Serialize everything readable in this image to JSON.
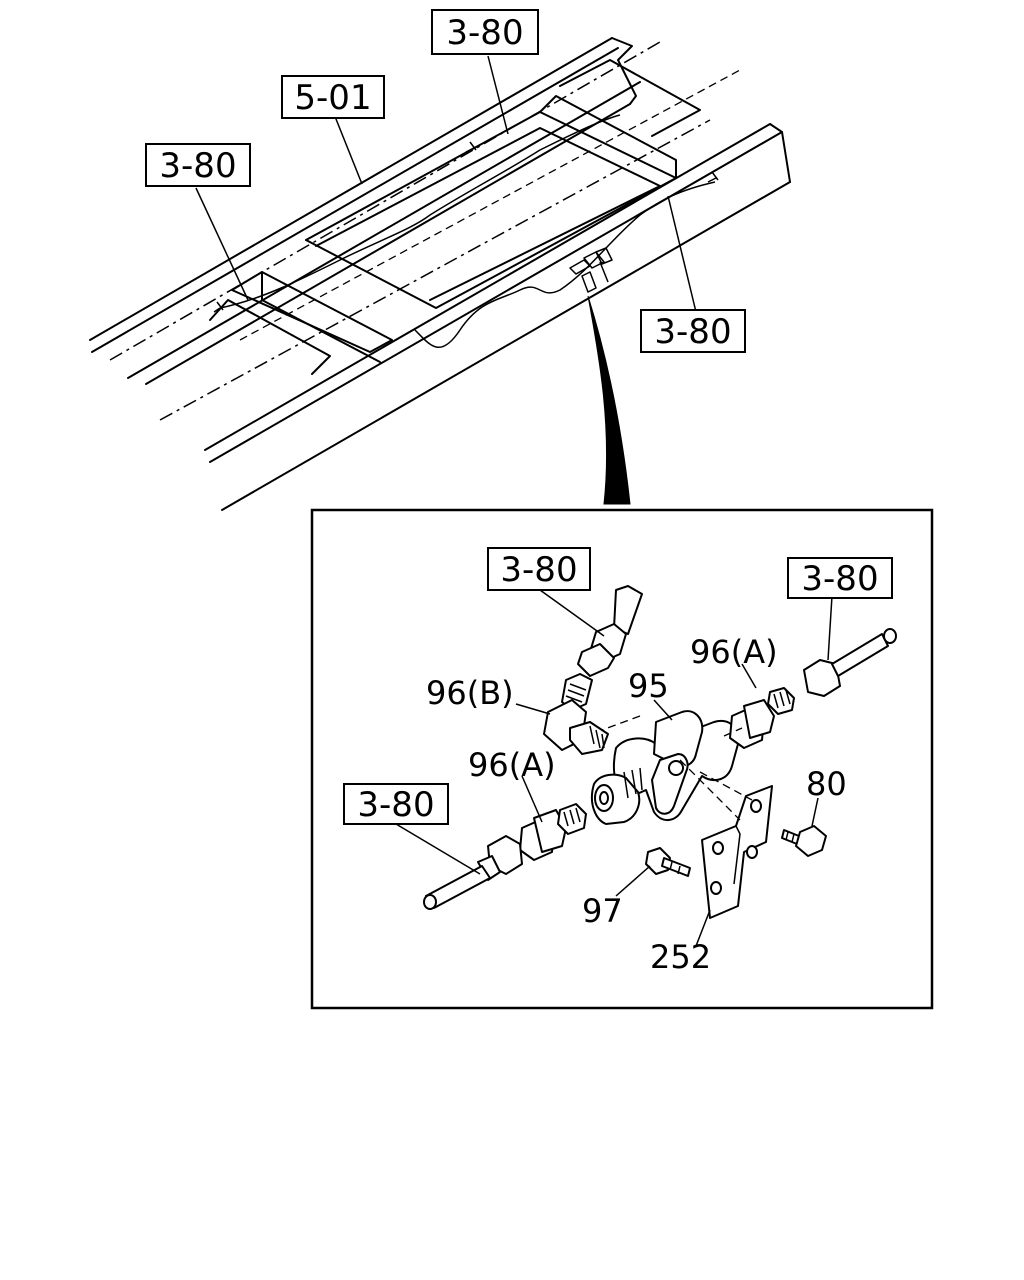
{
  "refs": {
    "frame_top": "3-80",
    "frame_mid": "5-01",
    "frame_left": "3-80",
    "frame_right": "3-80",
    "detail_upper": "3-80",
    "detail_right": "3-80",
    "detail_left": "3-80"
  },
  "labels": {
    "p96b": "96(B)",
    "p95": "95",
    "p96a_upper": "96(A)",
    "p96a_lower": "96(A)",
    "p80": "80",
    "p97": "97",
    "p252": "252"
  }
}
